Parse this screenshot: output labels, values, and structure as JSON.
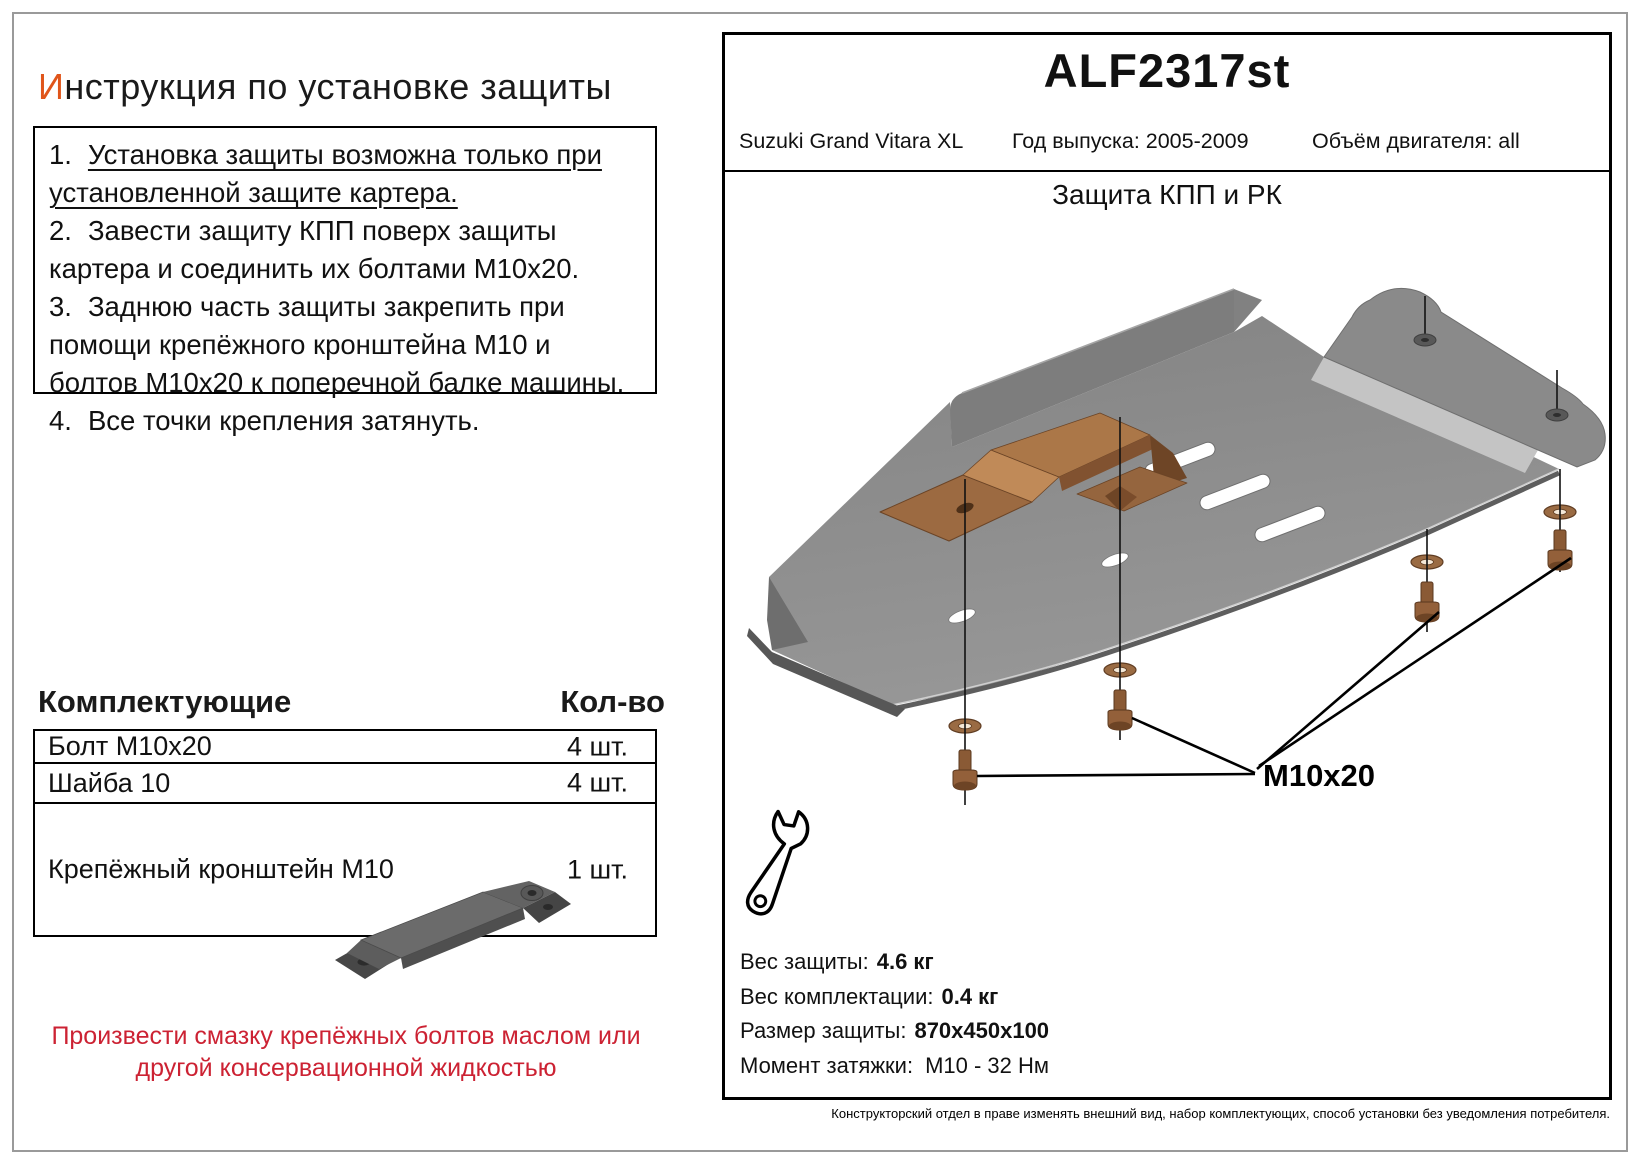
{
  "accent_color": "#e0551a",
  "note_color": "#cc2233",
  "left": {
    "title_first": "И",
    "title_rest": "нструкция по установке защиты",
    "instructions": [
      {
        "num": "1.",
        "text": "Установка защиты возможна только при установленной защите картера.",
        "underlined": true
      },
      {
        "num": "2.",
        "text": "Завести защиту КПП поверх защиты картера и соединить их болтами М10х20.",
        "underlined": false
      },
      {
        "num": "3.",
        "text": "Заднюю часть защиты закрепить при помощи крепёжного кронштейна М10 и болтов М10х20 к поперечной балке машины.",
        "underlined": false
      },
      {
        "num": "4.",
        "text": "Все точки крепления затянуть.",
        "underlined": false
      }
    ],
    "components_heading": "Комплектующие",
    "qty_heading": "Кол-во",
    "components": [
      {
        "name": "Болт М10х20",
        "qty": "4 шт."
      },
      {
        "name": "Шайба 10",
        "qty": "4 шт."
      },
      {
        "name": "Крепёжный кронштейн М10",
        "qty": "1 шт."
      }
    ],
    "note": "Произвести смазку крепёжных болтов маслом или другой консервационной жидкостью"
  },
  "panel": {
    "code": "ALF2317st",
    "vehicle": "Suzuki Grand Vitara XL",
    "year": "Год выпуска: 2005-2009",
    "engine": "Объём двигателя: all",
    "drawing_title": "Защита КПП и РК",
    "bolt_label": "M10x20",
    "specs": [
      {
        "label": "Вес защиты:",
        "value": "4.6 кг"
      },
      {
        "label": "Вес комплектации:",
        "value": "0.4 кг"
      },
      {
        "label": "Размер защиты:",
        "value": "870х450х100"
      },
      {
        "label": "Момент затяжки:",
        "value": "М10 - 32 Нм"
      }
    ],
    "footer": "Конструкторский отдел в праве изменять внешний вид, набор комплектующих, способ установки без уведомления потребителя."
  },
  "drawing": {
    "plate_color": "#8d8d8d",
    "flange_color": "#7d7d7d",
    "band_color": "#c4c4c4",
    "bracket_color": "#aa7648",
    "bolt_color": "#8a5a35",
    "wrench_icon": "open-end-wrench"
  }
}
